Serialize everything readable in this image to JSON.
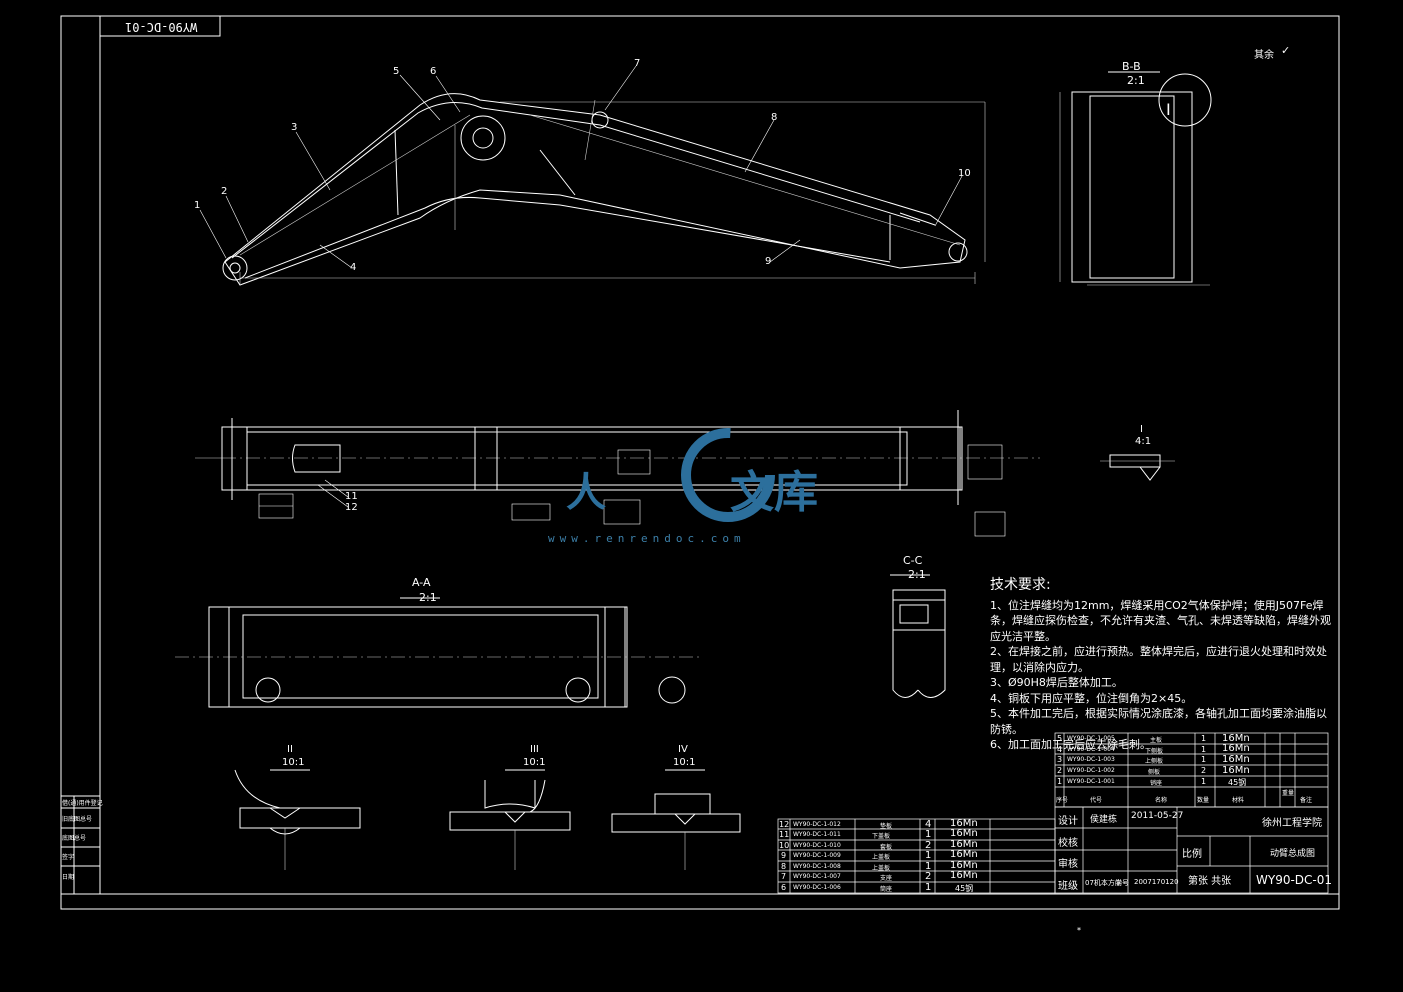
{
  "drawing": {
    "number_mirrored": "WY90-DC-01",
    "surface_finish": "其余",
    "code_bottom": "WY90-DC-01",
    "footnote": "*",
    "background_color": "#000000",
    "line_color": "#ffffff",
    "dim_color": "#cfcfcf"
  },
  "views": {
    "bb_label": "B-B",
    "bb_scale": "2:1",
    "cc_label": "C-C",
    "cc_scale": "2:1",
    "aa_label": "A-A",
    "aa_scale": "2:1",
    "detail_i_label": "I",
    "detail_i_scale": "4:1",
    "detail_ii_label": "II",
    "detail_ii_scale": "10:1",
    "detail_iii_label": "III",
    "detail_iii_scale": "10:1",
    "detail_iv_label": "IV",
    "detail_iv_scale": "10:1"
  },
  "part_numbers": [
    "1",
    "2",
    "3",
    "4",
    "5",
    "6",
    "7",
    "8",
    "9",
    "10",
    "11",
    "12"
  ],
  "tech_requirements": {
    "title": "技术要求:",
    "items": [
      "1、位注焊缝均为12mm，焊缝采用CO2气体保护焊；使用J507Fe焊条，焊缝应探伤检查，不允许有夹渣、气孔、未焊透等缺陷，焊缝外观应光洁平整。",
      "2、在焊接之前，应进行预热。整体焊完后，应进行退火处理和时效处理，以消除内应力。",
      "3、Ø90H8焊后整体加工。",
      "4、铜板下用应平整，位注倒角为2×45。",
      "5、本件加工完后，根据实际情况涂底漆，各轴孔加工面均要涂油脂以防锈。",
      "6、加工面加工完后应去除毛刺。"
    ]
  },
  "bom_upper": [
    {
      "no": "5",
      "code": "WY90-DC-1-005",
      "name": "主板",
      "qty": "1",
      "mat": "16Mn"
    },
    {
      "no": "4",
      "code": "WY90-DC-1-004",
      "name": "下侧板",
      "qty": "1",
      "mat": "16Mn"
    },
    {
      "no": "3",
      "code": "WY90-DC-1-003",
      "name": "上侧板",
      "qty": "1",
      "mat": "16Mn"
    },
    {
      "no": "2",
      "code": "WY90-DC-1-002",
      "name": "侧板",
      "qty": "2",
      "mat": "16Mn"
    },
    {
      "no": "1",
      "code": "WY90-DC-1-001",
      "name": "销座",
      "qty": "1",
      "mat": "45钢"
    }
  ],
  "bom_lower": [
    {
      "no": "12",
      "code": "WY90-DC-1-012",
      "name": "垫板",
      "qty": "4",
      "mat": "16Mn"
    },
    {
      "no": "11",
      "code": "WY90-DC-1-011",
      "name": "下盖板",
      "qty": "1",
      "mat": "16Mn"
    },
    {
      "no": "10",
      "code": "WY90-DC-1-010",
      "name": "套板",
      "qty": "2",
      "mat": "16Mn"
    },
    {
      "no": "9",
      "code": "WY90-DC-1-009",
      "name": "上盖板",
      "qty": "1",
      "mat": "16Mn"
    },
    {
      "no": "8",
      "code": "WY90-DC-1-008",
      "name": "上盖板",
      "qty": "1",
      "mat": "16Mn"
    },
    {
      "no": "7",
      "code": "WY90-DC-1-007",
      "name": "支座",
      "qty": "2",
      "mat": "16Mn"
    },
    {
      "no": "6",
      "code": "WY90-DC-1-006",
      "name": "筒座",
      "qty": "1",
      "mat": "45钢"
    }
  ],
  "title_block": {
    "header_no": "序号",
    "header_code": "代号",
    "header_name": "名称",
    "header_qty": "数量",
    "header_mat": "材料",
    "header_weight": "重量",
    "header_note": "备注",
    "design_label": "设计",
    "designer": "侯建栋",
    "date": "2011-05-27",
    "check_label": "校核",
    "review_label": "审核",
    "class_label": "班级",
    "class_value": "07机本方向",
    "student_label": "学号",
    "student_no": "2007170120",
    "school": "徐州工程学院",
    "scale_label": "比例",
    "drawing_title": "动臂总成图",
    "sheets": "第张 共张",
    "drawing_code": "WY90-DC-01"
  },
  "sidebar": {
    "rows": [
      "借(通)用件登记",
      "旧底图总号",
      "底图总号",
      "签字",
      "日期"
    ]
  },
  "watermark": {
    "text": "人人文库",
    "url": "www.renrendoc.com"
  }
}
